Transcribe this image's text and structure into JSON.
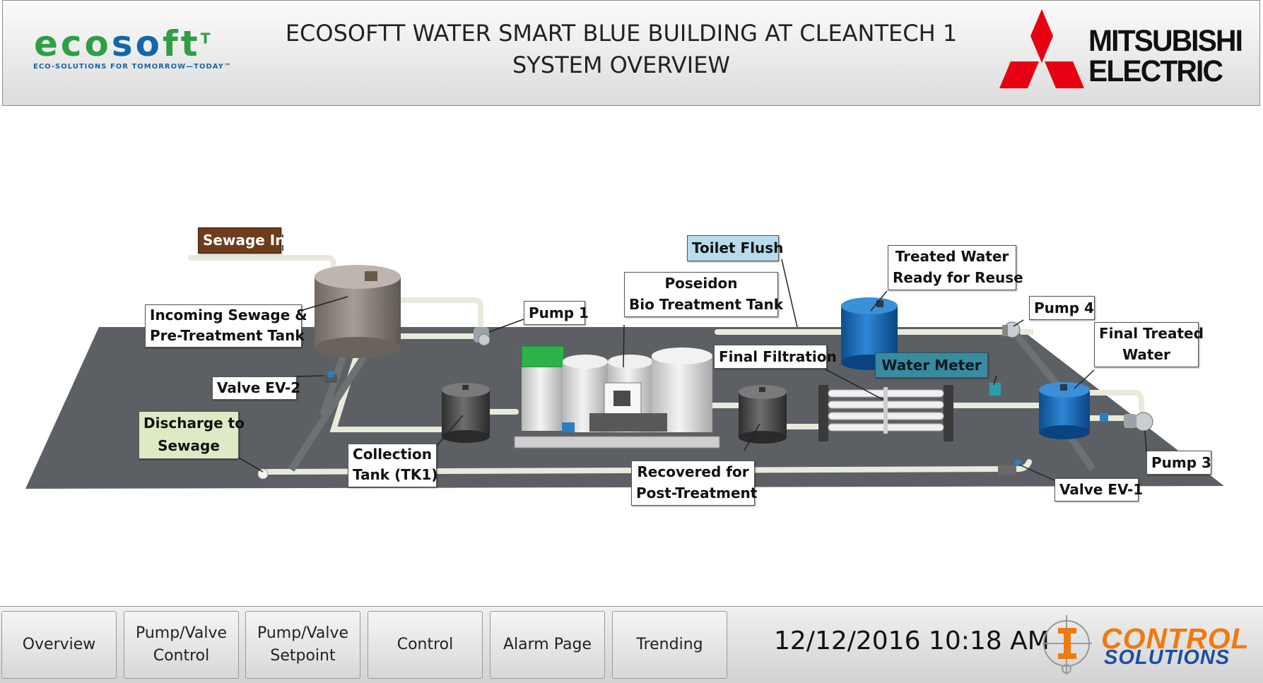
{
  "header": {
    "title_line1": "ECOSOFTT WATER SMART BLUE BUILDING AT CLEANTECH 1",
    "title_line2": "SYSTEM OVERVIEW",
    "eco_logo": {
      "word_a": "eco",
      "word_b": "so",
      "word_c": "ft",
      "superscript": "T",
      "tagline": "ECO-SOLUTIONS FOR TOMORROW—TODAY™"
    },
    "brand_logo": {
      "line1": "MITSUBISHI",
      "line2": "ELECTRIC"
    }
  },
  "diagram": {
    "labels": {
      "sewage_in": "Sewage In",
      "incoming_sewage_line1": "Incoming Sewage &",
      "incoming_sewage_line2": "Pre-Treatment Tank",
      "valve_ev2": "Valve EV-2",
      "discharge_line1": "Discharge to",
      "discharge_line2": "Sewage",
      "collection_line1": "Collection",
      "collection_line2": "Tank (TK1)",
      "pump1": "Pump 1",
      "poseidon_line1": "Poseidon",
      "poseidon_line2": "Bio Treatment Tank",
      "toilet_flush": "Toilet Flush",
      "final_filtration": "Final Filtration",
      "recovered_line1": "Recovered for",
      "recovered_line2": "Post-Treatment",
      "treated_line1": "Treated Water",
      "treated_line2": "Ready for Reuse",
      "water_meter": "Water Meter",
      "pump4": "Pump 4",
      "final_treated_line1": "Final Treated",
      "final_treated_line2": "Water",
      "pump3": "Pump 3",
      "valve_ev1": "Valve EV-1"
    },
    "colors": {
      "sewage_in_bg": "#6e3d1c",
      "toilet_flush_bg": "#b8dcec",
      "discharge_bg": "#dcebc4",
      "water_meter_bg": "#3a8aa0",
      "floor": "#5c6064",
      "pipe": "#e8e8dc",
      "blue_tank": "#1e6fbf",
      "grey_tank": "#4a4a4a",
      "brown_tank": "#8d8580"
    }
  },
  "nav": {
    "overview": "Overview",
    "pump_valve_control_line1": "Pump/Valve",
    "pump_valve_control_line2": "Control",
    "pump_valve_setpoint_line1": "Pump/Valve",
    "pump_valve_setpoint_line2": "Setpoint",
    "control": "Control",
    "alarm_page": "Alarm Page",
    "trending": "Trending"
  },
  "status": {
    "datetime": "12/12/2016 10:18 AM"
  },
  "footer_logo": {
    "line1": "CONTROL",
    "line2": "SOLUTIONS"
  }
}
